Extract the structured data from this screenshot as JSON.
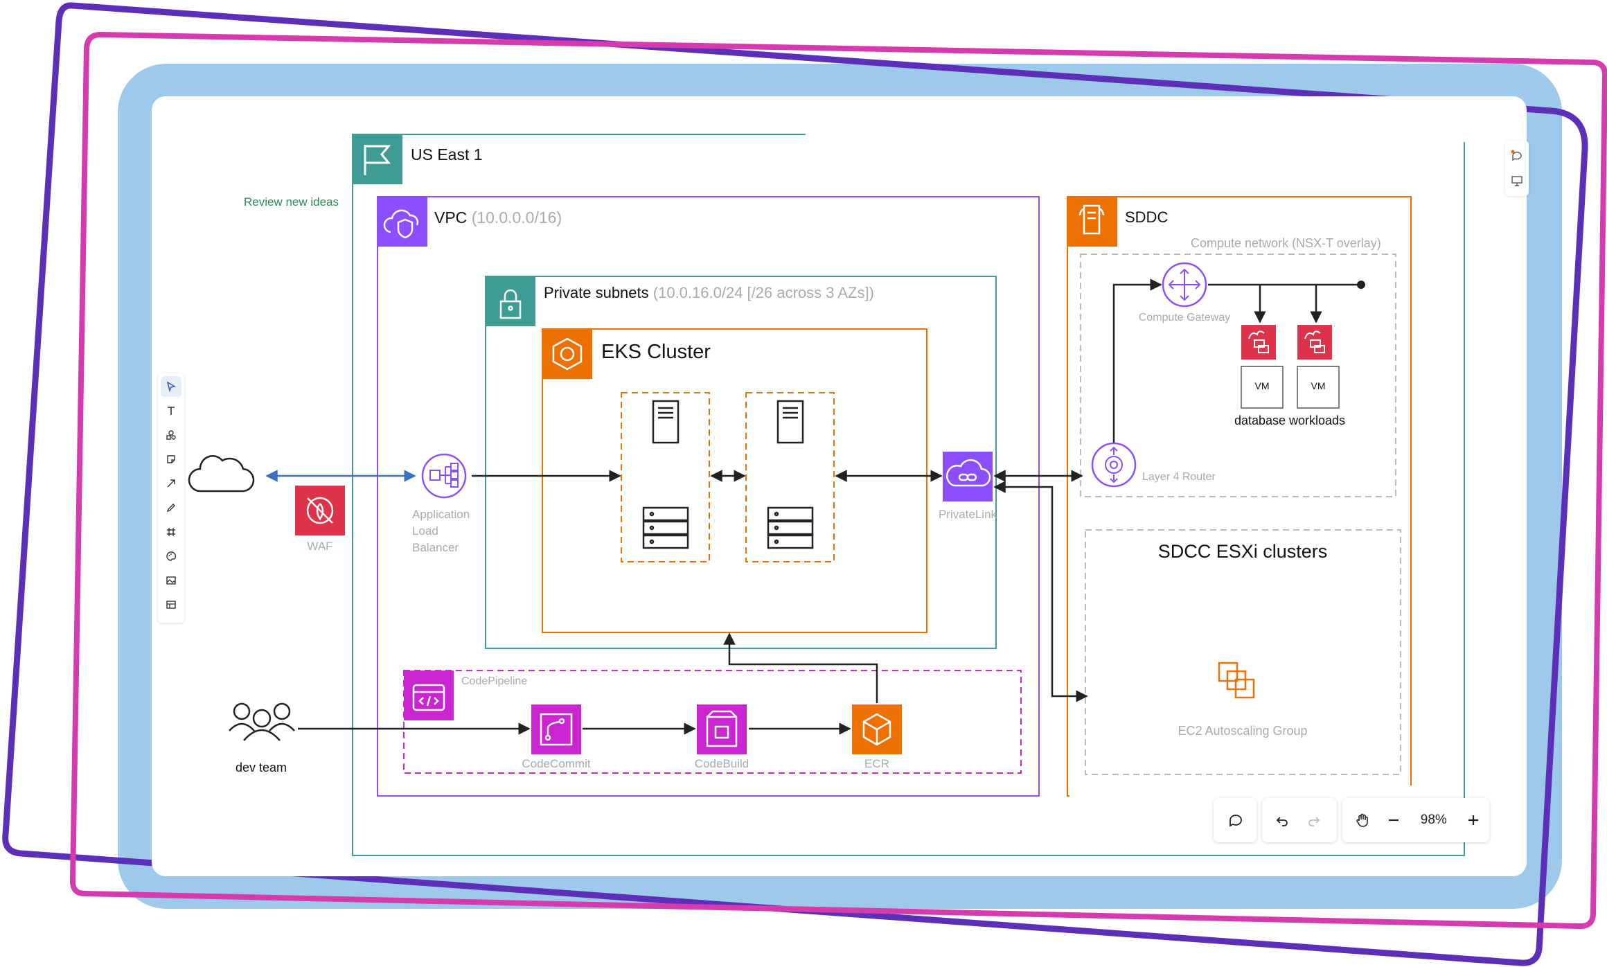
{
  "frame": {
    "colors": {
      "blue_outer": "#9ec9ea",
      "purple": "#5b2fb8",
      "magenta": "#d63bae"
    }
  },
  "board": {
    "review_note": "Review new ideas",
    "region_label": "US East 1",
    "vpc_label": "VPC",
    "vpc_cidr": "(10.0.0.0/16)",
    "subnet_label": "Private subnets",
    "subnet_cidr": "(10.0.16.0/24 [/26 across 3 AZs])",
    "eks_label": "EKS Cluster",
    "waf_label": "WAF",
    "alb_label": [
      "Application",
      "Load",
      "Balancer"
    ],
    "privatelink_label": "PrivateLink",
    "codepipeline_label": "CodePipeline",
    "codecommit_label": "CodeCommit",
    "codebuild_label": "CodeBuild",
    "ecr_label": "ECR",
    "devteam_label": "dev team",
    "sddc_label": "SDDC",
    "compute_network_label": "Compute network (NSX-T overlay)",
    "compute_gateway_label": "Compute Gateway",
    "vm_labels": [
      "VM",
      "VM"
    ],
    "database_label": "database workloads",
    "l4_router_label": "Layer 4 Router",
    "esxi_label": "SDCC ESXi clusters",
    "asg_label": "EC2 Autoscaling Group",
    "colors": {
      "teal": "#3f9c95",
      "purple": "#8c4fff",
      "orange": "#ed7100",
      "red": "#dd344c",
      "magenta": "#c925d1",
      "blue_arrow": "#3b6fc4"
    }
  },
  "toolbar": {
    "tools": [
      {
        "name": "select",
        "icon": "cursor-icon"
      },
      {
        "name": "text",
        "icon": "text-icon"
      },
      {
        "name": "shapes",
        "icon": "shapes-icon"
      },
      {
        "name": "sticky-note",
        "icon": "sticky-note-icon"
      },
      {
        "name": "arrow",
        "icon": "arrow-icon"
      },
      {
        "name": "pen",
        "icon": "pen-icon"
      },
      {
        "name": "frame",
        "icon": "frame-icon"
      },
      {
        "name": "palette",
        "icon": "palette-icon"
      },
      {
        "name": "image",
        "icon": "image-icon"
      },
      {
        "name": "table",
        "icon": "table-icon"
      }
    ]
  },
  "side_panel": {
    "icons": [
      "comment-notification-icon",
      "present-icon"
    ]
  },
  "bottom_bar": {
    "zoom": "98%",
    "icons": [
      "comment-icon",
      "undo-icon",
      "redo-icon",
      "hand-icon",
      "zoom-out-icon",
      "zoom-in-icon"
    ]
  }
}
